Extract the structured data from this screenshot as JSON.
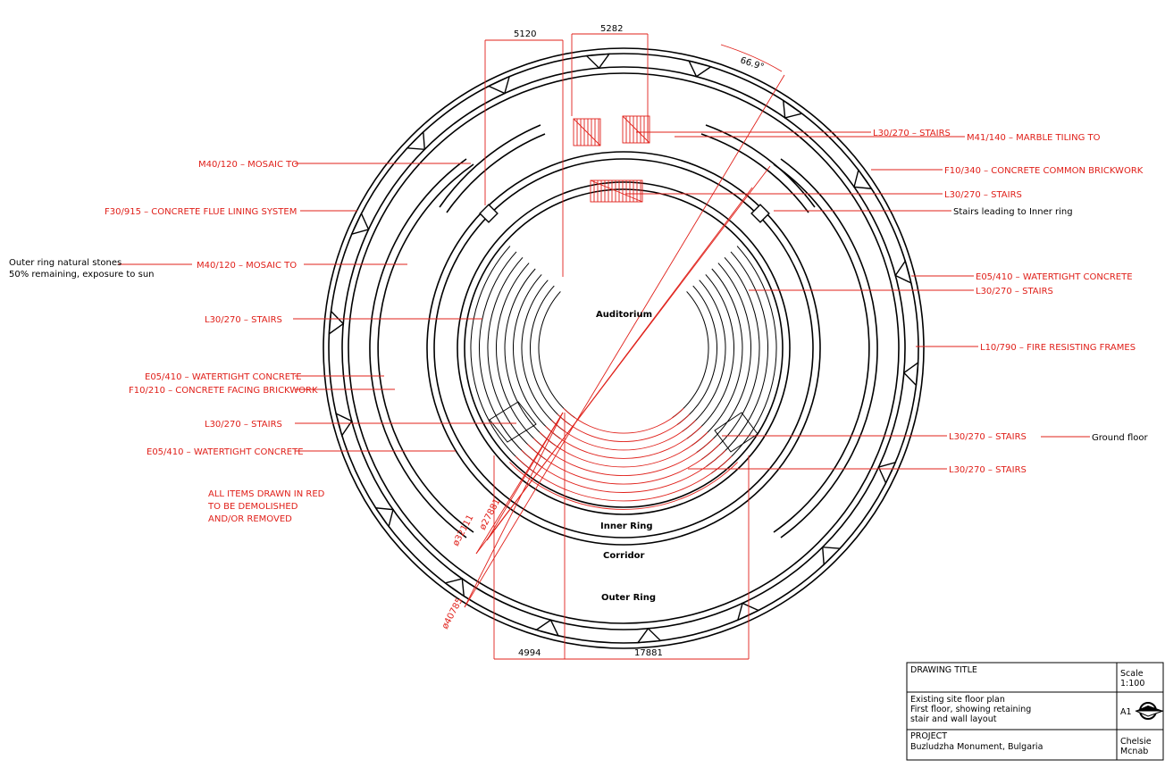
{
  "rooms": {
    "auditorium": "Auditorium",
    "inner_ring": "Inner Ring",
    "corridor": "Corridor",
    "outer_ring": "Outer Ring"
  },
  "dimensions": {
    "top_left": "5120",
    "top_right": "5282",
    "angle": "66.9°",
    "bottom_left": "4994",
    "bottom_right": "17881",
    "dia_1": "ø32111",
    "dia_2": "ø27881",
    "dia_3": "ø40785"
  },
  "left_labels": {
    "mosaic_1": "M40/120 – MOSAIC TO",
    "flue": "F30/915 – CONCRETE FLUE LINING SYSTEM",
    "mosaic_2": "M40/120 – MOSAIC TO",
    "stairs_1": "L30/270 – STAIRS",
    "watertight_1": "E05/410 – WATERTIGHT CONCRETE",
    "facing": "F10/210 – CONCRETE FACING BRICKWORK",
    "stairs_2": "L30/270 – STAIRS",
    "watertight_2": "E05/410 – WATERTIGHT CONCRETE"
  },
  "right_labels": {
    "stairs_top": "L30/270 – STAIRS",
    "marble": "M41/140 – MARBLE TILING TO",
    "common_brick": "F10/340 – CONCRETE COMMON BRICKWORK",
    "stairs_mid": "L30/270 – STAIRS",
    "stairs_inner_note": "Stairs leading to Inner ring",
    "watertight": "E05/410 – WATERTIGHT CONCRETE",
    "stairs_r": "L30/270 – STAIRS",
    "fire": "L10/790 – FIRE RESISTING FRAMES",
    "stairs_ground": "L30/270 – STAIRS",
    "ground_floor_note": "Ground floor",
    "stairs_bottom": "L30/270 – STAIRS"
  },
  "notes": {
    "outer_ring_1": "Outer ring natural stones",
    "outer_ring_2": "50% remaining, exposure to sun",
    "demolish_1": "ALL ITEMS DRAWN IN RED",
    "demolish_2": "TO BE DEMOLISHED",
    "demolish_3": "AND/OR REMOVED"
  },
  "title_block": {
    "drawing_title_label": "DRAWING TITLE",
    "scale_label": "Scale",
    "scale_value": "1:100",
    "title_line_1": "Existing site floor plan",
    "title_line_2": "First floor, showing retaining",
    "title_line_3": "stair and wall layout",
    "sheet": "A1",
    "project_label": "PROJECT",
    "project_name": "Buzludzha Monument, Bulgaria",
    "author_1": "Chelsie",
    "author_2": "Mcnab"
  },
  "colors": {
    "existing": "#000000",
    "demolish": "#e0201a"
  },
  "icons": [
    "north-arrow-icon"
  ]
}
